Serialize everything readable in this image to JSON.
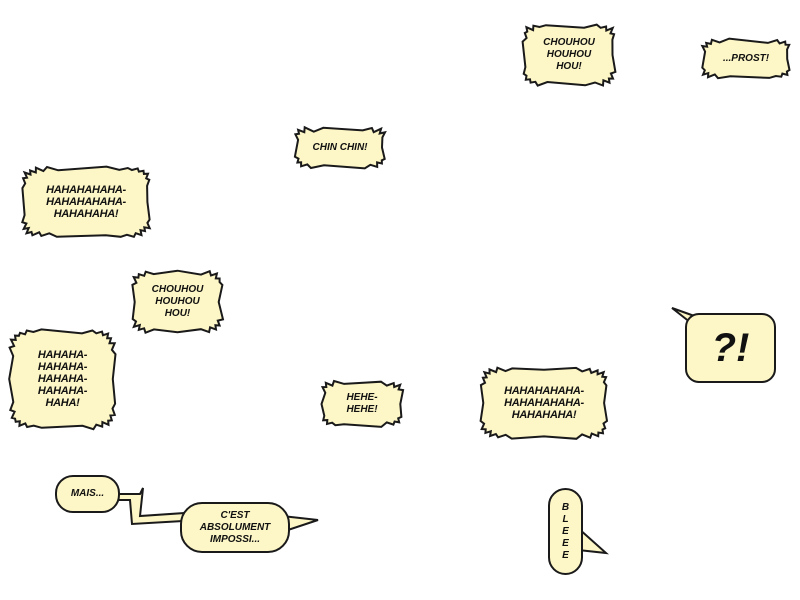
{
  "bubbles": {
    "chouhou_top": "CHOUHOU\nHOUHOU\nHOU!",
    "prost": "...PROST!",
    "chin_chin": "CHIN CHIN!",
    "haha_left": "HAHAHAHAHA-\nHAHAHAHAHA-\nHAHAHAHA!",
    "chouhou_mid": "CHOUHOU\nHOUHOU\nHOU!",
    "haha_tall": "HAHAHA-\nHAHAHA-\nHAHAHA-\nHAHAHA-\nHAHA!",
    "interrobang": "?!",
    "hehe": "HEHE-\nHEHE!",
    "haha_right": "HAHAHAHAHA-\nHAHAHAHAHA-\nHAHAHAHA!",
    "mais": "MAIS...",
    "impossible": "C'EST\nABSOLUMENT\nIMPOSSI...",
    "bleee": "B\nL\nE\nE\nE"
  },
  "colors": {
    "fill": "#fdf6c6",
    "stroke": "#1a1a1a"
  }
}
